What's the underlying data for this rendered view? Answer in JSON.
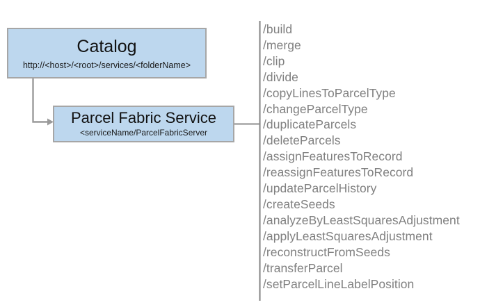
{
  "diagram": {
    "type": "architecture-diagram",
    "colors": {
      "node_fill": "#bdd7ee",
      "node_border": "#a6a6a6",
      "connector": "#9a9a9a",
      "divider": "#8c8c8c",
      "operation_text": "#808080",
      "title_text": "#111111",
      "background": "#ffffff"
    },
    "nodes": [
      {
        "id": "catalog",
        "title": "Catalog",
        "subtitle": "http://<host>/<root>/services/<folderName>"
      },
      {
        "id": "parcel-fabric-service",
        "title": "Parcel Fabric Service",
        "subtitle": "<serviceName/ParcelFabricServer"
      }
    ],
    "connectors": [
      {
        "id": "catalog-to-service",
        "from": "catalog",
        "to": "parcel-fabric-service",
        "style": "elbow",
        "arrowhead": true
      },
      {
        "id": "service-to-operations",
        "from": "parcel-fabric-service",
        "to": "operations-divider",
        "style": "straight",
        "arrowhead": false
      }
    ],
    "operations": [
      "/build",
      "/merge",
      "/clip",
      "/divide",
      "/copyLinesToParcelType",
      "/changeParcelType",
      "/duplicateParcels",
      "/deleteParcels",
      "/assignFeaturesToRecord",
      "/reassignFeaturesToRecord",
      "/updateParcelHistory",
      "/createSeeds",
      "/analyzeByLeastSquaresAdjustment",
      "/applyLeastSquaresAdjustment",
      "/reconstructFromSeeds",
      "/transferParcel",
      "/setParcelLineLabelPosition"
    ]
  }
}
